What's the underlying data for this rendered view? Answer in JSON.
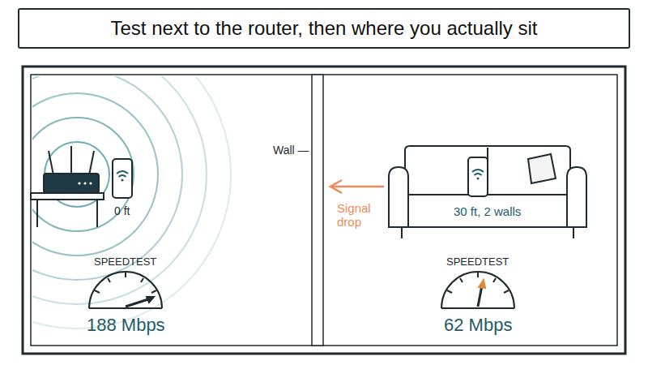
{
  "diagram": {
    "title": "Test next to the router, then where you actually sit",
    "labels": [
      "0 ft",
      "SPEEDTEST",
      "188 Mbps",
      "Wall —",
      "Signal drop",
      "30 ft, 2 walls",
      "SPEEDTEST",
      "62 Mbps"
    ]
  }
}
